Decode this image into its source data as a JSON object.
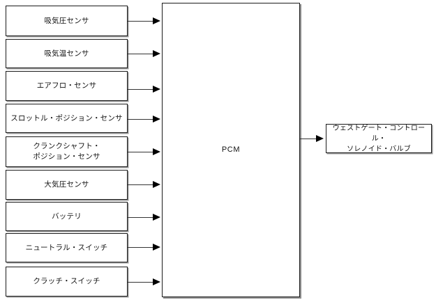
{
  "diagram": {
    "type": "block-diagram",
    "title_text": "",
    "colors": {
      "box_border": "#1a1a1a",
      "box_shadow": "#9a9a9a",
      "connector": "#333333",
      "arrowhead": "#000000",
      "background": "#ffffff",
      "text": "#111111"
    },
    "inputs": [
      {
        "id": "intake-air-pressure-sensor",
        "label": "吸気圧センサ"
      },
      {
        "id": "intake-air-temperature-sensor",
        "label": "吸気温センサ"
      },
      {
        "id": "air-flow-sensor",
        "label": "エアフロ・センサ"
      },
      {
        "id": "throttle-position-sensor",
        "label": "スロットル・ポジション・センサ"
      },
      {
        "id": "crankshaft-position-sensor",
        "label": "クランクシャフト・\nポジション・センサ"
      },
      {
        "id": "barometric-pressure-sensor",
        "label": "大気圧センサ"
      },
      {
        "id": "battery",
        "label": "バッテリ"
      },
      {
        "id": "neutral-switch",
        "label": "ニュートラル・スイッチ"
      },
      {
        "id": "clutch-switch",
        "label": "クラッチ・スイッチ"
      }
    ],
    "controller": {
      "id": "pcm",
      "label": "PCM"
    },
    "outputs": [
      {
        "id": "wastegate-control-solenoid-valve",
        "label": "ウェストゲート・コントロール・\nソレノイド・バルブ"
      }
    ]
  }
}
